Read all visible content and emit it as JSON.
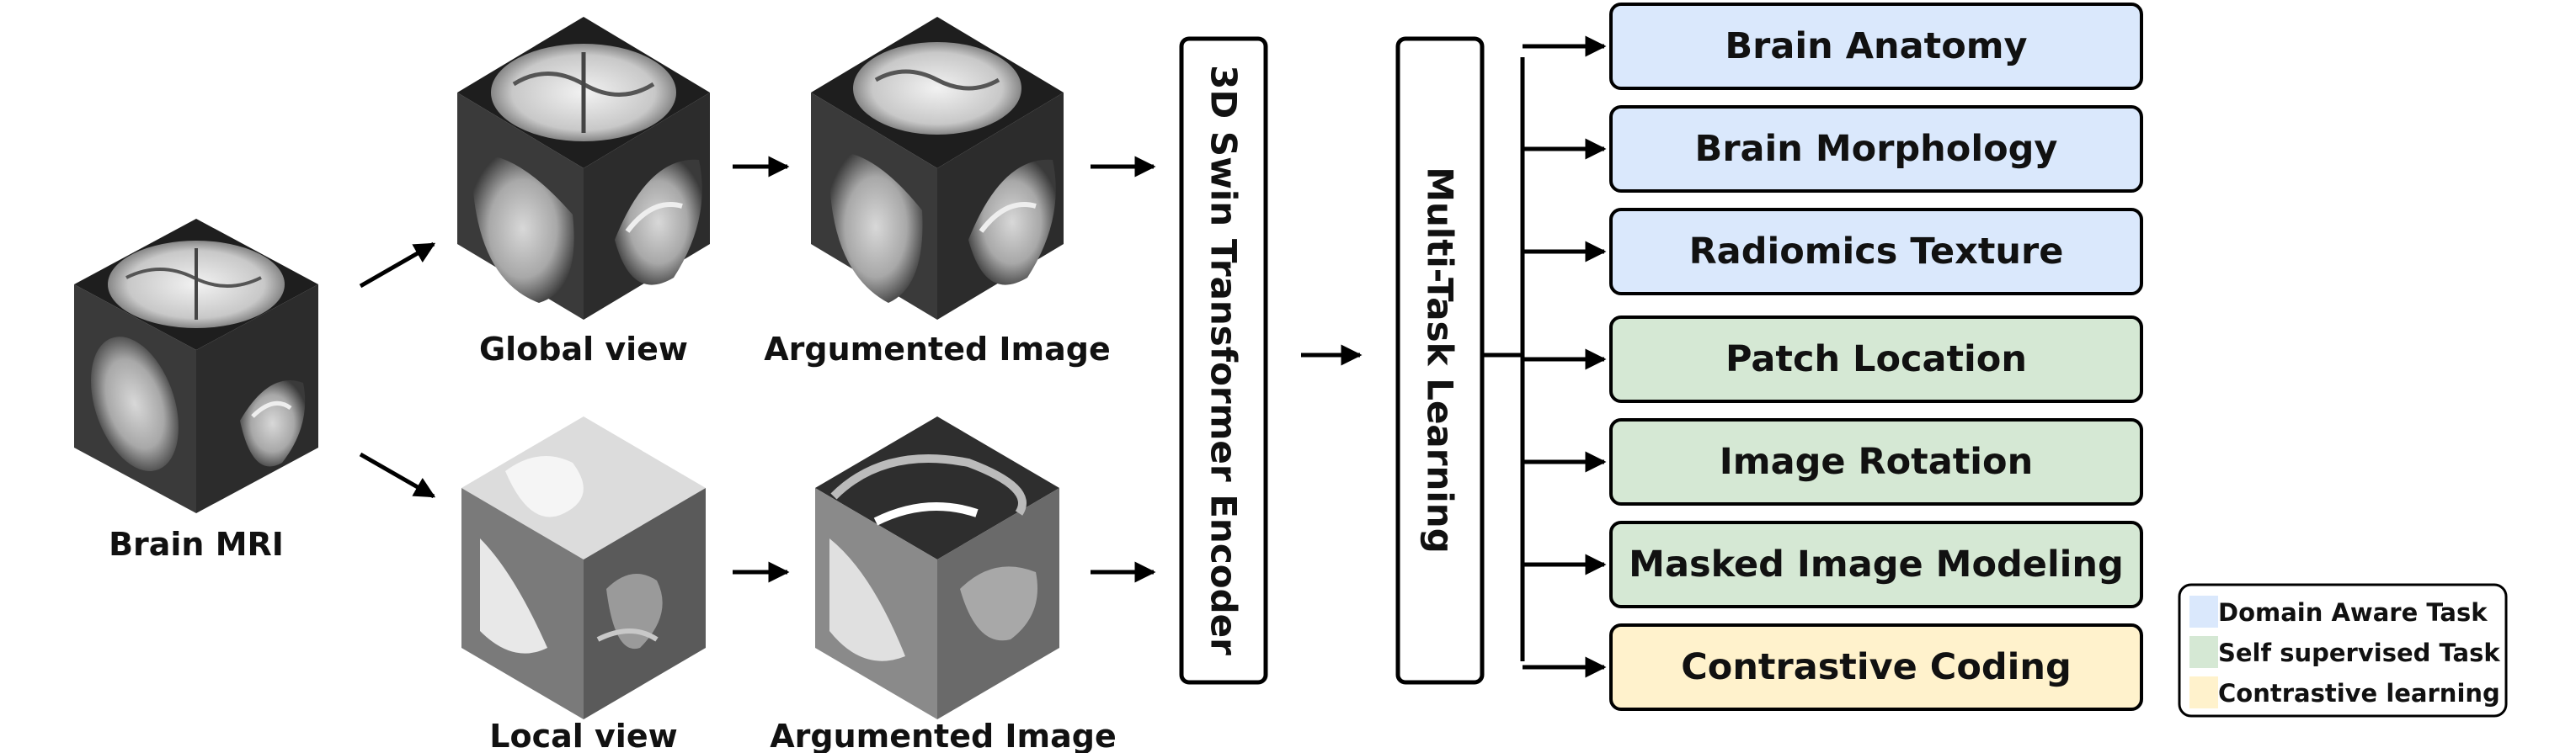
{
  "captions": {
    "brain_mri": "Brain MRI",
    "global_view": "Global view",
    "global_augmented": "Argumented Image",
    "local_view": "Local view",
    "local_augmented": "Argumented Image"
  },
  "encoder_label": "3D Swin Transformer Encoder",
  "mtl_label": "Multi-Task Learning",
  "tasks": [
    {
      "label": "Brain Anatomy",
      "category": "domain"
    },
    {
      "label": "Brain Morphology",
      "category": "domain"
    },
    {
      "label": "Radiomics Texture",
      "category": "domain"
    },
    {
      "label": "Patch Location",
      "category": "self"
    },
    {
      "label": "Image Rotation",
      "category": "self"
    },
    {
      "label": "Masked Image Modeling",
      "category": "self"
    },
    {
      "label": "Contrastive Coding",
      "category": "contrastive"
    }
  ],
  "legend": [
    {
      "label": "Domain Aware Task",
      "category": "domain"
    },
    {
      "label": "Self supervised Task",
      "category": "self"
    },
    {
      "label": "Contrastive learning",
      "category": "contrastive"
    }
  ],
  "colors": {
    "domain": "#dae8fc",
    "self": "#d5e8d4",
    "contrastive": "#fff2cc",
    "cube_dark": "#2a2a2a",
    "line": "#000000"
  }
}
